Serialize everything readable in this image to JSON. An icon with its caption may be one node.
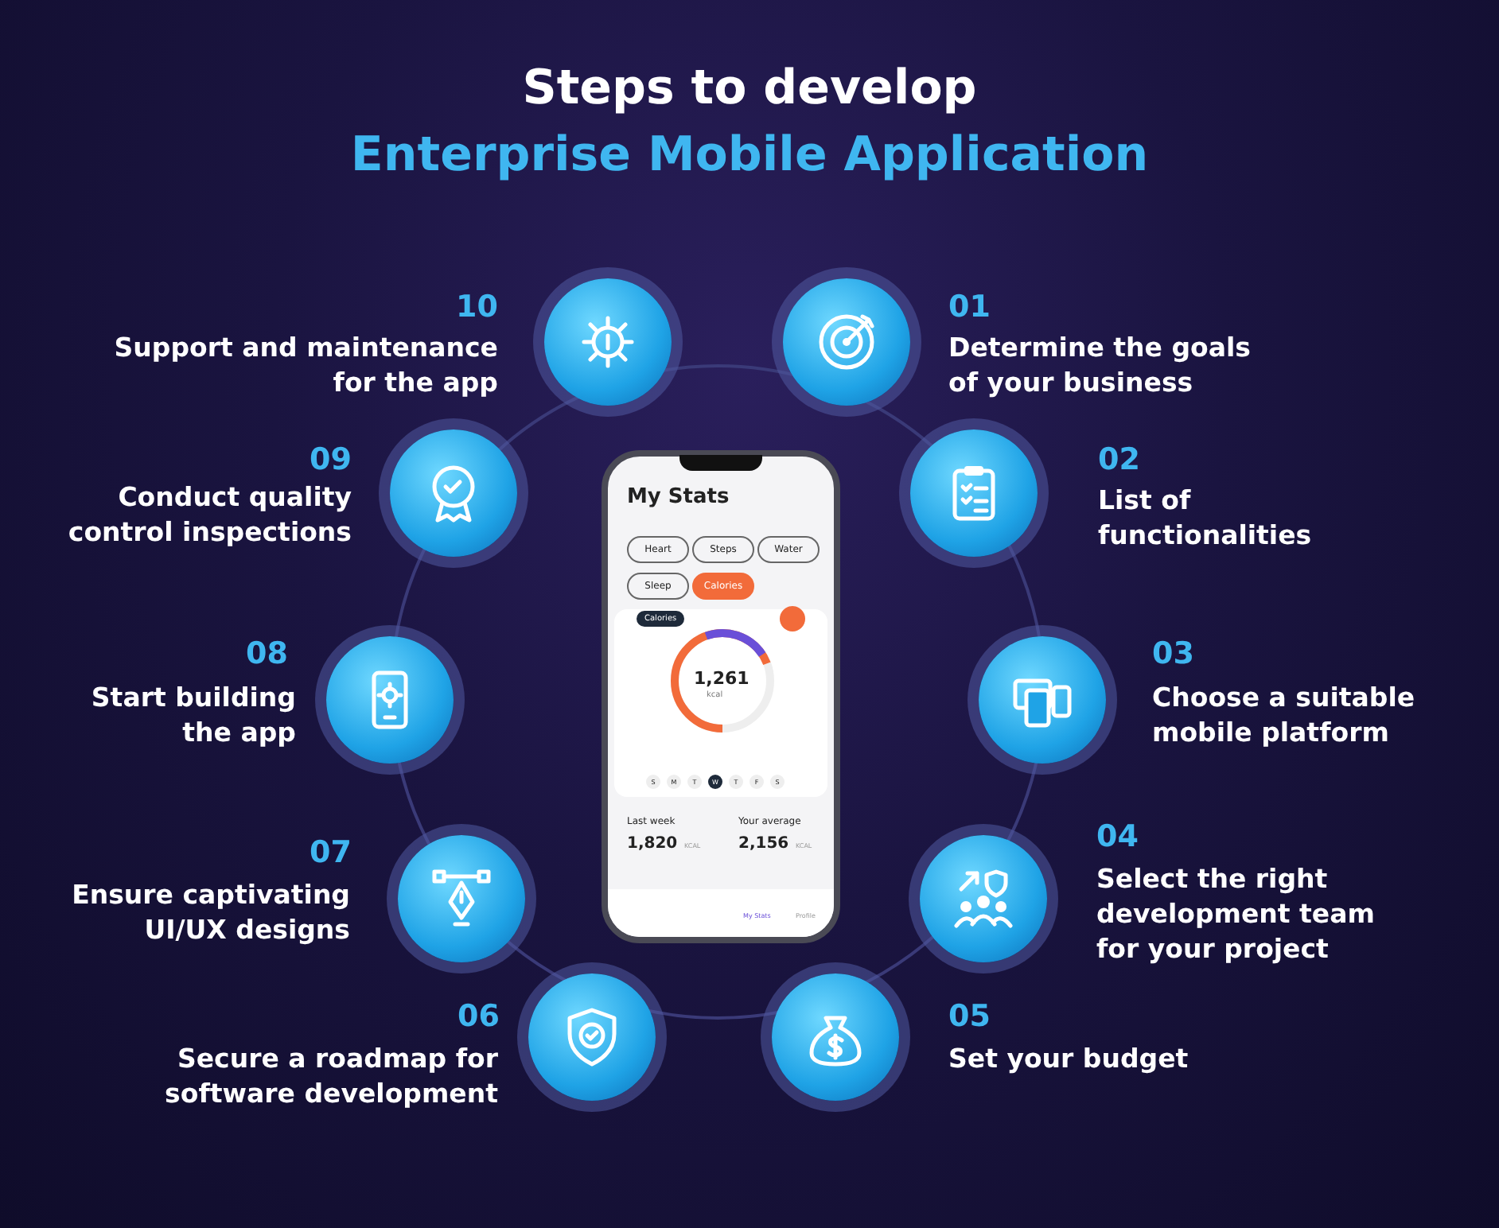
{
  "diagram": {
    "title": "Steps to develop Enterprise Mobile Application",
    "nodes": [
      {
        "text": [],
        "shape": "circle",
        "beside": [
          "01",
          "Determine the goals of your business"
        ]
      },
      {
        "text": [],
        "shape": "circle",
        "beside": [
          "02",
          "List of functionalities"
        ]
      },
      {
        "text": [],
        "shape": "circle",
        "beside": [
          "03",
          "Choose a suitable mobile platform"
        ]
      },
      {
        "text": [],
        "shape": "circle",
        "beside": [
          "04",
          "Select the right development team for your project"
        ]
      },
      {
        "text": [],
        "shape": "circle",
        "beside": [
          "05",
          "Set your budget"
        ]
      },
      {
        "text": [],
        "shape": "circle",
        "beside": [
          "06",
          "Secure a roadmap for software development"
        ]
      },
      {
        "text": [],
        "shape": "circle",
        "beside": [
          "07",
          "Ensure captivating UI/UX designs"
        ]
      },
      {
        "text": [],
        "shape": "circle",
        "beside": [
          "08",
          "Start building the app"
        ]
      },
      {
        "text": [],
        "shape": "circle",
        "beside": [
          "09",
          "Conduct quality control inspections"
        ]
      },
      {
        "text": [],
        "shape": "circle",
        "beside": [
          "10",
          "Support and maintenance for the app"
        ]
      }
    ],
    "edges": [],
    "labels": [
      "My Stats",
      "Heart",
      "Steps",
      "Water",
      "Sleep",
      "Calories",
      "Calories",
      "1,261",
      "kcal",
      "S",
      "M",
      "T",
      "W",
      "T",
      "F",
      "S",
      "Last week",
      "1,820",
      "KCAL",
      "Your average",
      "2,156",
      "KCAL",
      "My Stats",
      "Profile"
    ]
  }
}
